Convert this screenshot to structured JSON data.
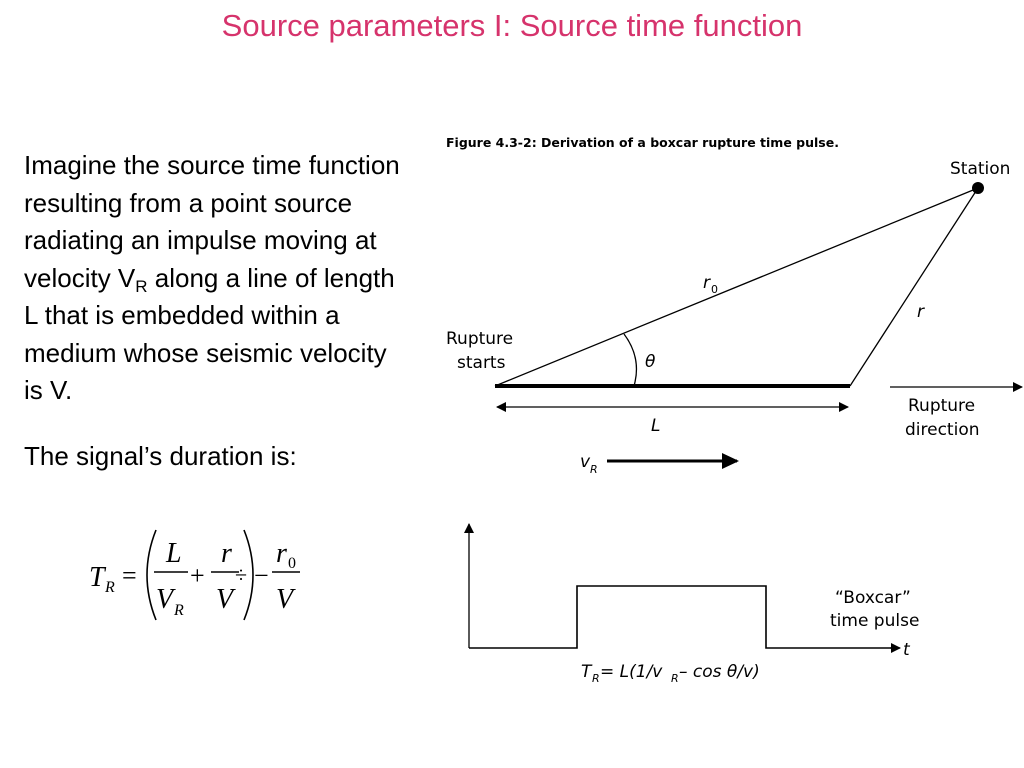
{
  "slide": {
    "title": "Source parameters I: Source time function",
    "paragraph1": {
      "before_sub": "Imagine the source time function resulting from a point source radiating an impulse moving at velocity V",
      "sub": "R",
      "after_sub": " along a line of length L that is embedded within a medium whose seismic velocity is V."
    },
    "paragraph2": "The signal’s duration is:"
  },
  "equation": {
    "lhs_symbol": "T",
    "lhs_sub": "R",
    "equals": "=",
    "frac1_num": "L",
    "frac1_den": "V",
    "frac1_den_sub": "R",
    "plus": "+",
    "frac2_num": "r",
    "frac2_den": "V",
    "minus": "−",
    "frac3_num": "r",
    "frac3_num_sub": "0",
    "frac3_den": "V",
    "divide_sign": "÷"
  },
  "figure": {
    "caption": "Figure 4.3-2: Derivation of a boxcar rupture time pulse.",
    "station_label": "Station",
    "r0_symbol": "r",
    "r0_sub": "0",
    "r_symbol": "r",
    "theta_symbol": "θ",
    "rupture_starts_line1": "Rupture",
    "rupture_starts_line2": "starts",
    "length_symbol": "L",
    "rupture_direction_line1": "Rupture",
    "rupture_direction_line2": "direction",
    "vr_symbol": "v",
    "vr_sub": "R",
    "boxcar_line1": "“Boxcar”",
    "boxcar_line2": "time pulse",
    "t_axis_symbol": "t",
    "formula": {
      "t": "T",
      "t_sub": "R",
      "mid1": " = L(1/v",
      "mid_sub": "R",
      "end": " – cos θ/v)"
    }
  }
}
